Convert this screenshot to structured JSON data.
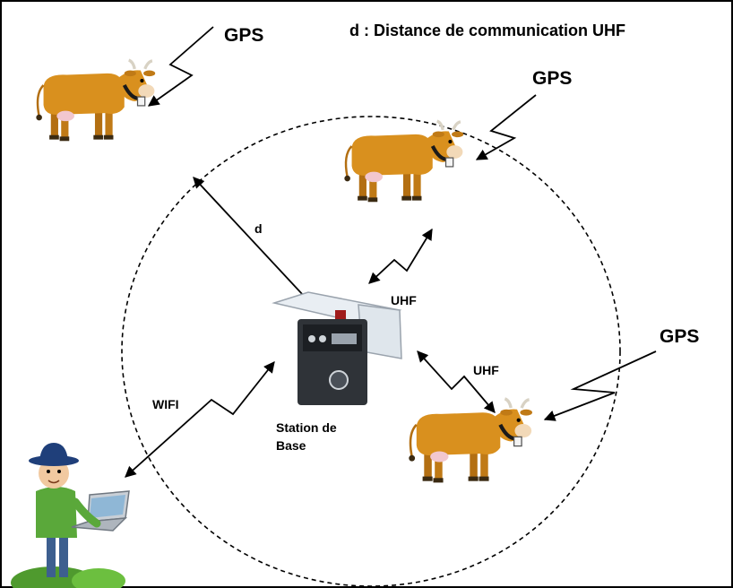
{
  "diagram": {
    "title": "d : Distance de communication UHF",
    "gps_labels": [
      "GPS",
      "GPS",
      "GPS"
    ],
    "distance_label": "d",
    "uhf_labels": [
      "UHF",
      "UHF"
    ],
    "wifi_label": "WIFI",
    "station_label_line1": "Station de",
    "station_label_line2": "Base",
    "colors": {
      "cow_body": "#d9901e",
      "cow_shadow": "#b36f12",
      "udder": "#f2c7cf",
      "station_body": "#2f3338",
      "solar_panel": "#e9eef3",
      "farmer_shirt": "#5aa83a",
      "farmer_hat": "#1f3f7a",
      "laptop": "#c9cfd6",
      "border": "#000000"
    }
  }
}
